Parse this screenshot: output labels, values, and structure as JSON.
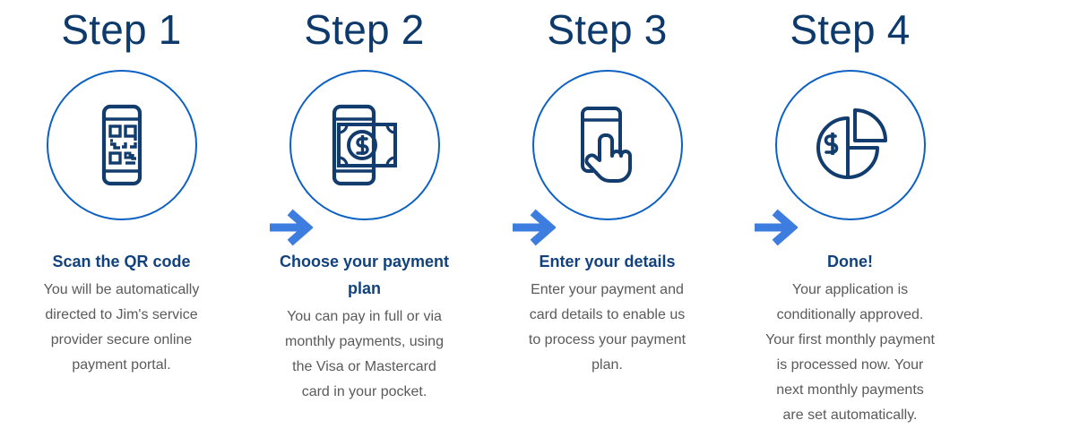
{
  "theme": {
    "background": "#ffffff",
    "step_title_color": "#0d3a6b",
    "circle_stroke_color": "#0d61c4",
    "icon_stroke_color": "#123c6e",
    "heading_color": "#11427e",
    "body_color": "#5a5a5a",
    "arrow_color": "#3d7de0"
  },
  "steps": [
    {
      "title": "Step 1",
      "icon": "qr-code-phone-icon",
      "heading": "Scan the QR code",
      "body": "You will be automatically directed to Jim's service provider secure online payment portal."
    },
    {
      "title": "Step 2",
      "icon": "mobile-payment-money-icon",
      "heading": "Choose your payment plan",
      "body": "You can pay in full or via monthly payments, using the Visa or Mastercard card in your pocket."
    },
    {
      "title": "Step 3",
      "icon": "hand-tap-phone-icon",
      "heading": "Enter your details",
      "body": "Enter your payment and card details to enable us to process your payment plan."
    },
    {
      "title": "Step 4",
      "icon": "pie-chart-dollar-icon",
      "heading": "Done!",
      "body": "Your application is conditionally approved. Your first monthly payment is processed now. Your next monthly payments are set automatically."
    }
  ],
  "arrows": [
    {
      "name": "arrow-right-icon"
    },
    {
      "name": "arrow-right-icon"
    },
    {
      "name": "arrow-right-icon"
    }
  ]
}
